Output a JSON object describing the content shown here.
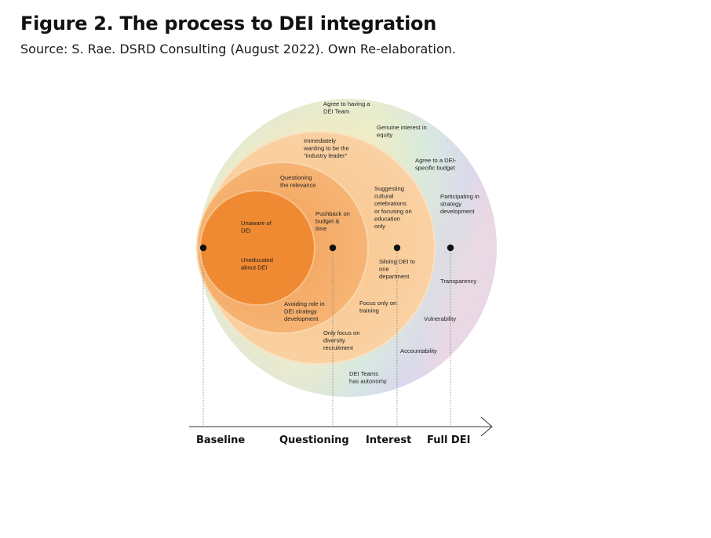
{
  "figure": {
    "title": "Figure 2. The process to DEI integration",
    "source": "Source: S. Rae. DSRD Consulting (August 2022). Own Re-elaboration."
  },
  "colors": {
    "core": "#f08a32",
    "ring_questioning": "#f5ad68",
    "ring_interest": "#f9ce9f",
    "outer_pastel": "#f6e7c4",
    "marker": "#111111",
    "axis": "#333333"
  },
  "stages": [
    {
      "name": "Baseline"
    },
    {
      "name": "Questioning"
    },
    {
      "name": "Interest"
    },
    {
      "name": "Full DEI"
    }
  ],
  "labels": {
    "baseline": [
      [
        "Unaware of",
        "DEI"
      ],
      [
        "Uneducated",
        "about DEI"
      ]
    ],
    "questioning": [
      [
        "Questioning",
        "the relevance"
      ],
      [
        "Pushback on",
        "budget &",
        "time"
      ],
      [
        "Avoiding role in",
        "DEI strategy",
        "development"
      ]
    ],
    "interest": [
      [
        "Immediately",
        "wanting to be the",
        "\"industry leader\""
      ],
      [
        "Suggesting",
        "cultural",
        "celebrations",
        "or focusing on",
        "education",
        "only"
      ],
      [
        "Siloing DEI to",
        "one",
        "department"
      ],
      [
        "Focus only on",
        "training"
      ],
      [
        "Only focus on",
        "diversity",
        "recruitment"
      ]
    ],
    "full": [
      [
        "Agree to having a",
        "DEI Team"
      ],
      [
        "Genuine interest in",
        "equity"
      ],
      [
        "Agree to a DEI-",
        "specific budget"
      ],
      [
        "Participating in",
        "strategy",
        "development"
      ],
      [
        "Transparency"
      ],
      [
        "Vulnerability"
      ],
      [
        "Accountability"
      ],
      [
        "DEI Teams",
        "has autonomy"
      ]
    ]
  }
}
